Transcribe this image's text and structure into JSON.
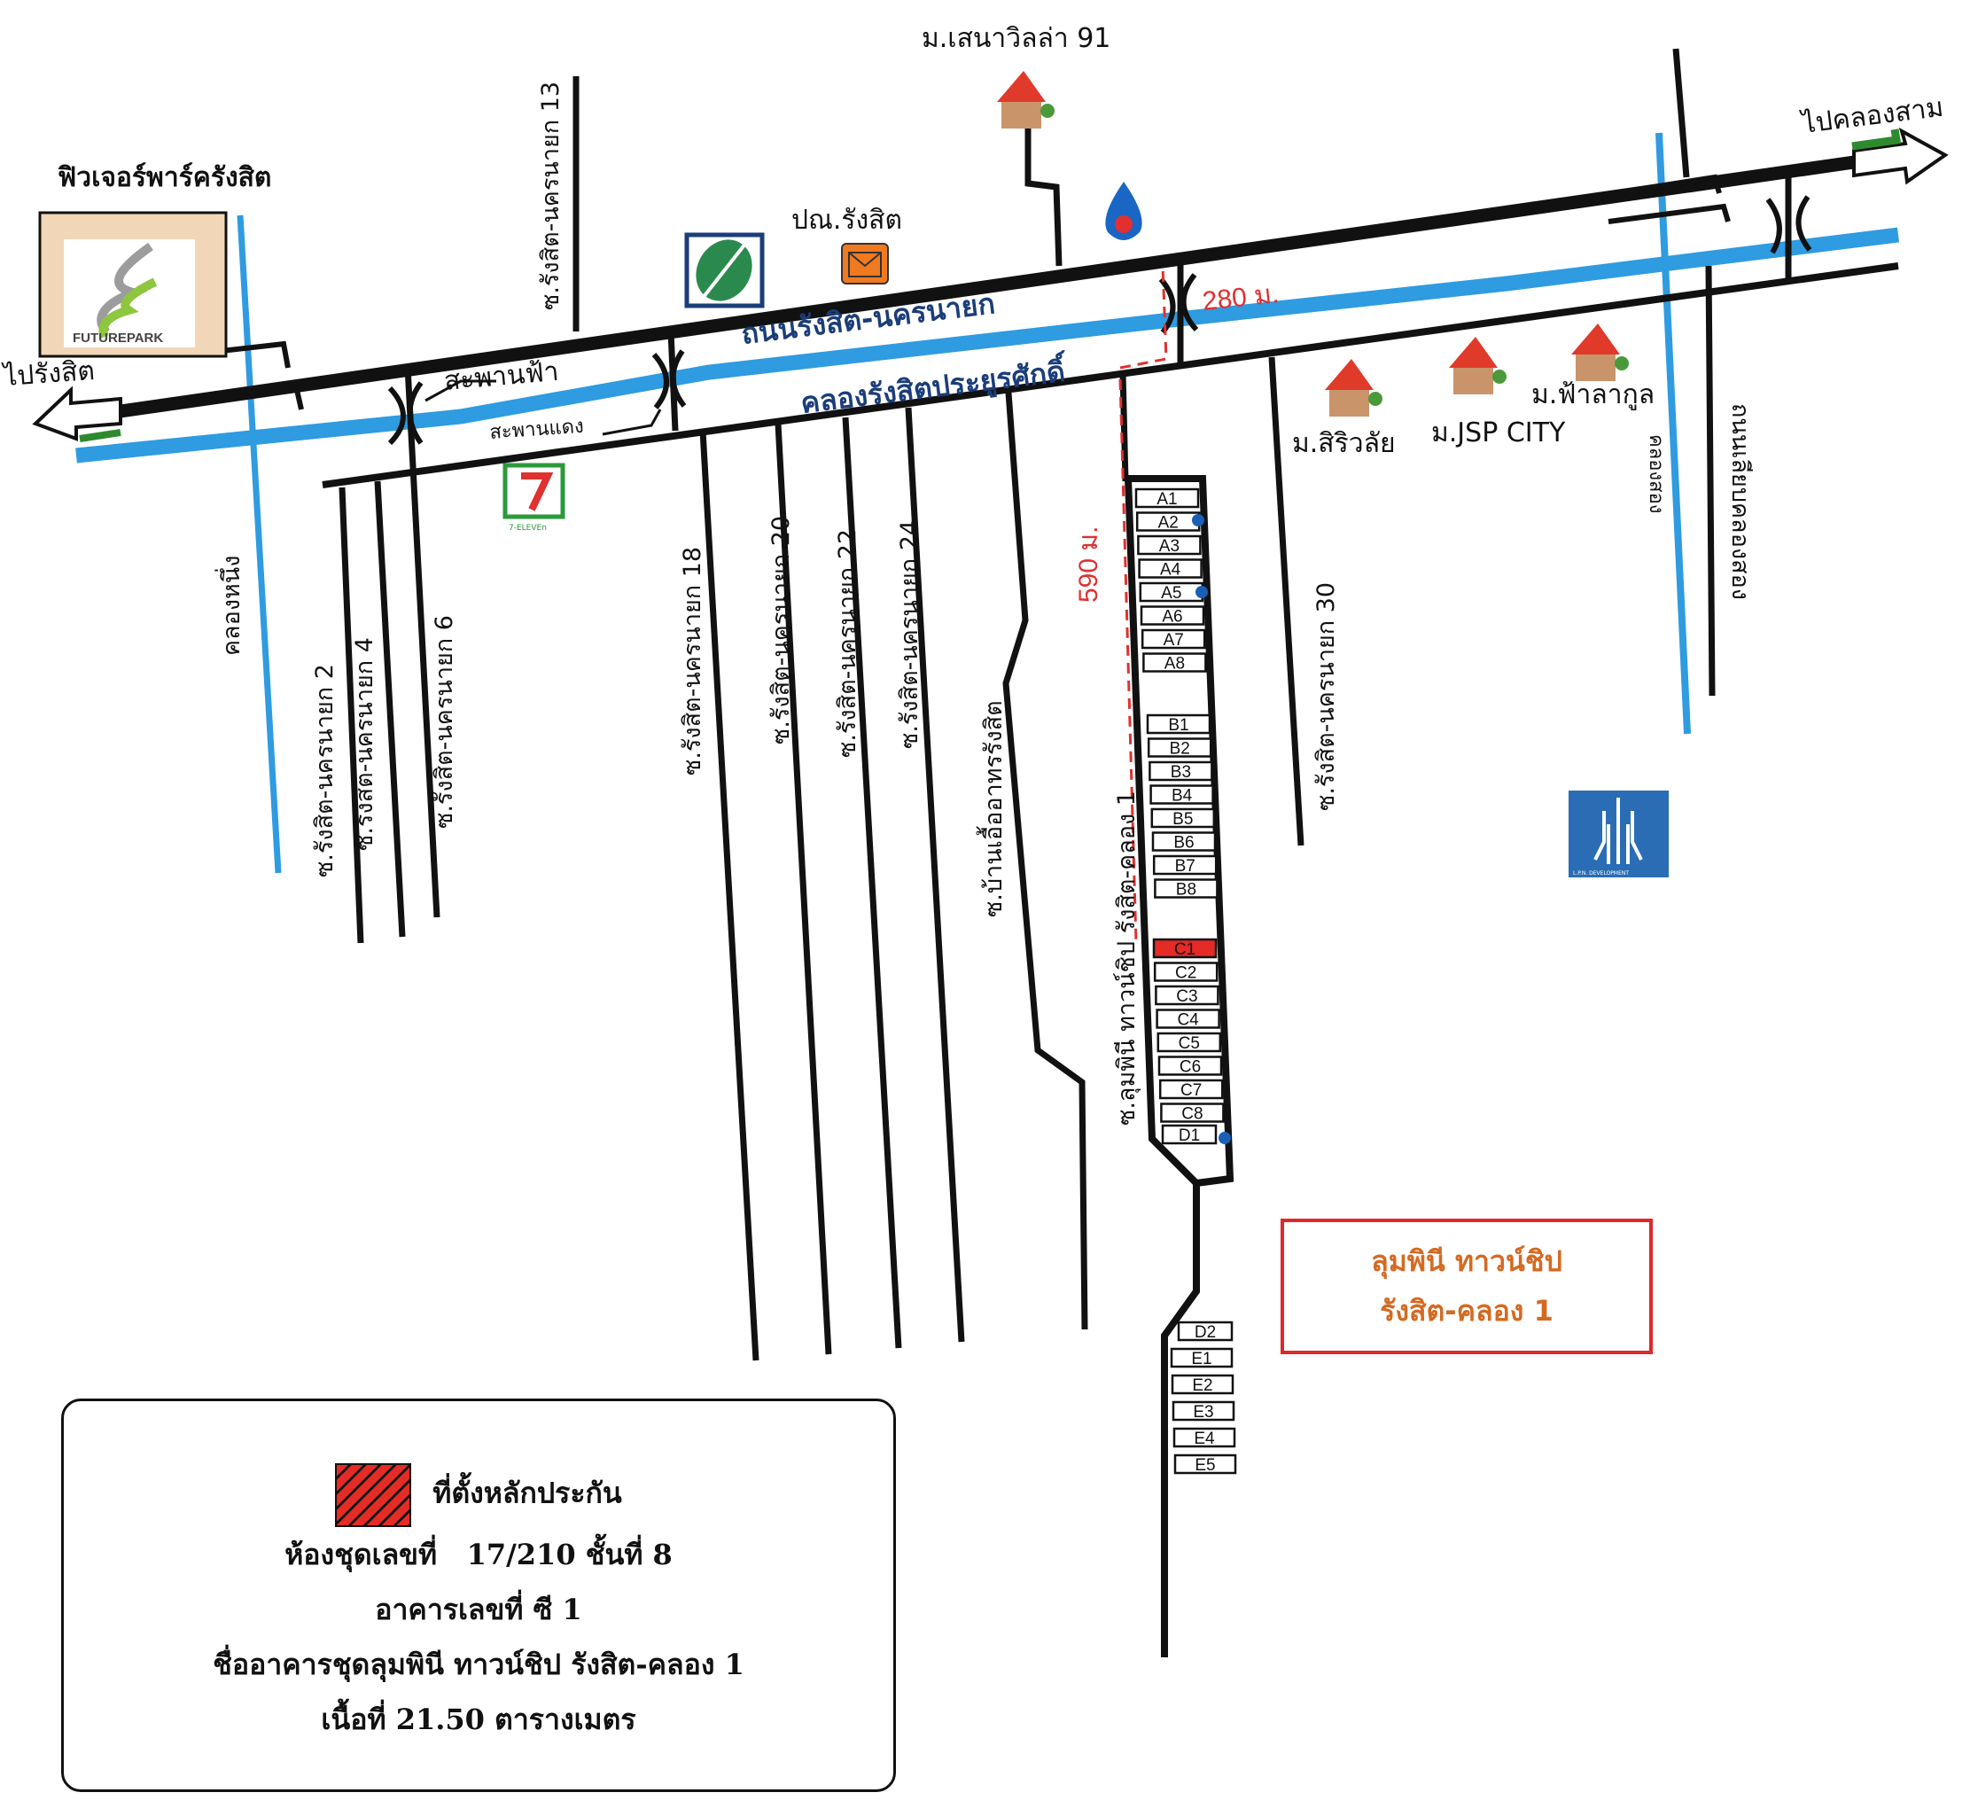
{
  "roads": {
    "main_road": "ถนนรังสิต-นครนายก",
    "canal": "คลองรังสิตประยูรศักดิ์",
    "soi_13": "ซ.รังสิต-นครนายก 13",
    "soi_2": "ซ.รังสิต-นครนายก 2",
    "soi_4": "ซ.รังสิต-นครนายก 4",
    "soi_6": "ซ.รังสิต-นครนายก 6",
    "soi_18": "ซ.รังสิต-นครนายก 18",
    "soi_20": "ซ.รังสิต-นครนายก 20",
    "soi_22": "ซ.รังสิต-นครนายก 22",
    "soi_24": "ซ.รังสิต-นครนายก 24",
    "soi_30": "ซ.รังสิต-นครนายก 30",
    "soi_ban_uea": "ซ.บ้านเอื้ออาทรรังสิต",
    "soi_lumpini": "ซ.ลุมพินี ทาวน์ชิป รังสิต-คลอง 1",
    "khlong_nueng": "คลองหนึ่ง",
    "khlong_song": "คลองสอง",
    "liap_khlong_song": "ถนนเลียบคลองสอง"
  },
  "places": {
    "future_park": "ฟิวเจอร์พาร์ครังสิต",
    "future_park_logo": "FUTUREPARK",
    "to_rangsit": "ไปรังสิต",
    "to_khlong_sam": "ไปคลองสาม",
    "sky_bridge": "สะพานฟ้า",
    "red_bridge": "สะพานแดง",
    "post_office": "ปณ.รังสิต",
    "senee_villa": "ม.เสนาวิลล่า 91",
    "siriwalai": "ม.สิริวลัย",
    "jsp_city": "ม.JSP CITY",
    "fah_lakul": "ม.ฟ้าลากูล",
    "seven_eleven": "7-ELEVEn",
    "lpn_logo": "L.P.N. DEVELOPMENT"
  },
  "distances": {
    "d280": "280 ม.",
    "d590": "590 ม."
  },
  "buildings": {
    "a": [
      "A1",
      "A2",
      "A3",
      "A4",
      "A5",
      "A6",
      "A7",
      "A8"
    ],
    "b": [
      "B1",
      "B2",
      "B3",
      "B4",
      "B5",
      "B6",
      "B7",
      "B8"
    ],
    "c": [
      "C1",
      "C2",
      "C3",
      "C4",
      "C5",
      "C6",
      "C7",
      "C8"
    ],
    "d1": "D1",
    "d2": "D2",
    "e": [
      "E1",
      "E2",
      "E3",
      "E4",
      "E5"
    ],
    "highlighted": "C1",
    "highlight_color": "#e52b25"
  },
  "project_title": {
    "line1": "ลุมพินี ทาวน์ชิป",
    "line2": "รังสิต-คลอง 1"
  },
  "legend": {
    "marker_label": "ที่ตั้งหลักประกัน",
    "unit_no": "ห้องชุดเลขที่   17/210 ชั้นที่ 8",
    "building_no": "อาคารเลขที่ ซี 1",
    "building_name": "ชื่ออาคารชุดลุมพินี ทาวน์ชิป รังสิต-คลอง 1",
    "area": "เนื้อที่ 21.50 ตารางเมตร"
  },
  "colors": {
    "canal": "#2f9be0",
    "road": "#111111",
    "accent_red": "#e0282a"
  }
}
